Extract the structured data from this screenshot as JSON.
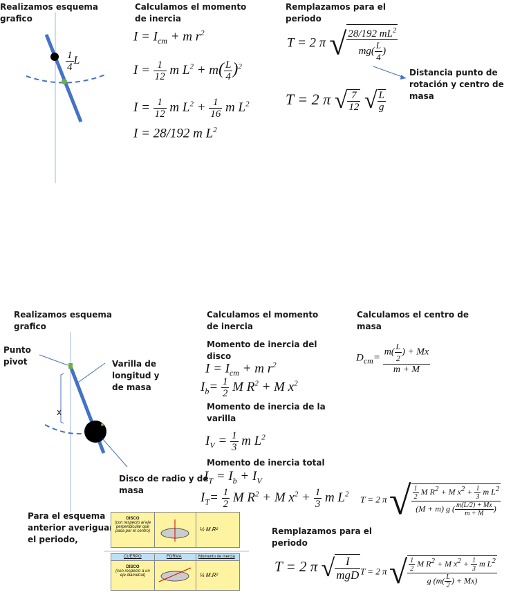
{
  "top": {
    "schema_label": "Realizamos esquema\ngrafico",
    "inertia_label": "Calculamos el momento\nde inercia",
    "period_label": "Remplazamos para el\nperiodo",
    "arrow_note": "Distancia punto de\nrotación y centro de masa",
    "quarter_L": "L",
    "eq1": "I = I",
    "eq1_sub": "cm",
    "eq1_rest": "+ m r",
    "eq4": "I = 28/192  m L",
    "period_num": "28/192  mL",
    "period_den": "mg",
    "final_num": "7",
    "final_den": "12"
  },
  "bottom": {
    "schema_label": "Realizamos esquema\ngrafico",
    "pivot_label": "Punto\npivot",
    "rod_label": "Varilla de\nlongitud  y\nde masa",
    "x_label": "x",
    "disc_label": "Disco de radio  y de\nmasa",
    "inertia_label": "Calculamos el momento\nde inercia",
    "disc_inertia_label": "Momento de inercia del\ndisco",
    "rod_inertia_label": "Momento de inercia de la\nvarilla",
    "total_inertia_label": "Momento de inercia total",
    "cm_label": "Calculamos el centro de\nmasa",
    "note_label": "Para el esquema\nanterior averiguar\nel periodo,",
    "period_label": "Remplazamos para el\nperiodo",
    "table": {
      "row1_name": "DISCO",
      "row1_desc": "(con respecto al eje perpendicular que pasa por el centro)",
      "row1_formula": "½ M.R²",
      "header": [
        "CUERPO",
        "FORMA",
        "Momento de inercia"
      ],
      "row2_name": "DISCO",
      "row2_desc": "(con respecto a un eje diametral)",
      "row2_formula": "¼ M.R²"
    }
  }
}
